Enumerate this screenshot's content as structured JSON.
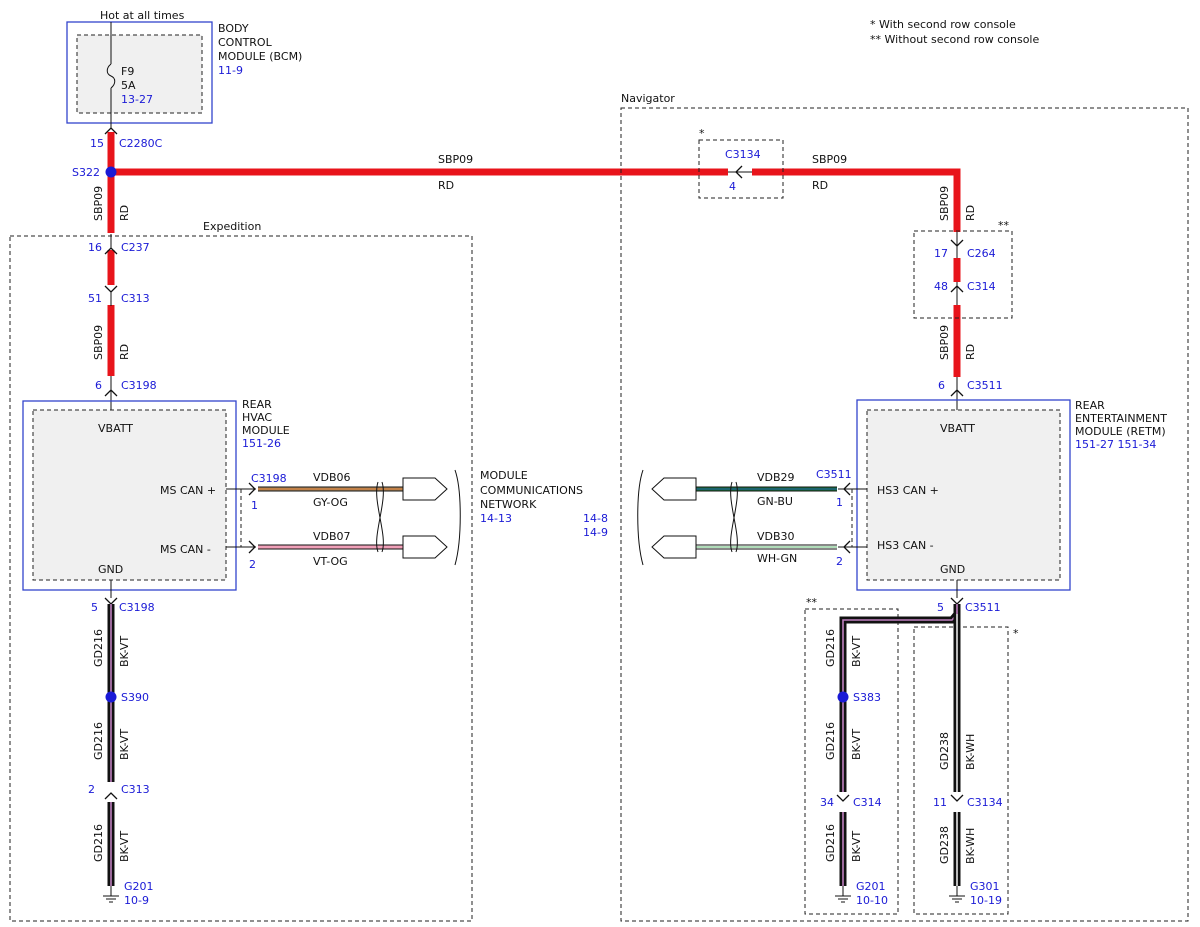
{
  "notes": {
    "single": "*   With second row console",
    "double": "** Without second row console"
  },
  "bcm": {
    "feed": "Hot at all times",
    "name1": "BODY",
    "name2": "CONTROL",
    "name3": "MODULE (BCM)",
    "ref": "11-9",
    "fuse": "F9",
    "fuse_amp": "5A",
    "fuse_ref": "13-27",
    "pin": "15",
    "connector": "C2280C"
  },
  "splice_top": "S322",
  "sbp09": "SBP09",
  "rd": "RD",
  "expedition": {
    "label": "Expedition",
    "c237_pin": "16",
    "c237": "C237",
    "c313_pin": "51",
    "c313": "C313",
    "c3198_pin6": "6",
    "c3198": "C3198",
    "hvac1": "REAR",
    "hvac2": "HVAC",
    "hvac3": "MODULE",
    "hvac_ref": "151-26",
    "vbatt": "VBATT",
    "can_plus": "MS CAN +",
    "can_minus": "MS CAN -",
    "gnd": "GND",
    "can_conn": "C3198",
    "pin1": "1",
    "pin2": "2",
    "vdb06": "VDB06",
    "gy_og": "GY-OG",
    "vdb07": "VDB07",
    "vt_og": "VT-OG",
    "gnd_pin": "5",
    "gnd_conn": "C3198",
    "gd216": "GD216",
    "bk_vt": "BK-VT",
    "s390": "S390",
    "c313b_pin": "2",
    "c313b": "C313",
    "g201": "G201",
    "g201_ref": "10-9"
  },
  "mcn": {
    "line1": "MODULE",
    "line2": "COMMUNICATIONS",
    "line3": "NETWORK",
    "ref_left": "14-13",
    "ref_right1": "14-8",
    "ref_right2": "14-9"
  },
  "navigator": {
    "label": "Navigator",
    "star": "*",
    "c3134": "C3134",
    "c3134_pin": "4",
    "stars2": "**",
    "c264_pin": "17",
    "c264": "C264",
    "c314_pin": "48",
    "c314": "C314",
    "c3511_pin6": "6",
    "c3511": "C3511",
    "retm1": "REAR",
    "retm2": "ENTERTAINMENT",
    "retm3": "MODULE (RETM)",
    "retm_ref": "151-27  151-34",
    "vbatt": "VBATT",
    "can_plus": "HS3 CAN +",
    "can_minus": "HS3 CAN -",
    "gnd": "GND",
    "can_conn": "C3511",
    "pin1": "1",
    "pin2": "2",
    "vdb29": "VDB29",
    "gn_bu": "GN-BU",
    "vdb30": "VDB30",
    "wh_gn": "WH-GN",
    "gnd_pin": "5",
    "gnd_conn": "C3511",
    "gd216": "GD216",
    "bk_vt": "BK-VT",
    "s383": "S383",
    "c314b_pin": "34",
    "c314b": "C314",
    "g201": "G201",
    "g201_ref": "10-10",
    "gd238": "GD238",
    "bk_wh": "BK-WH",
    "c3134b_pin": "11",
    "c3134b": "C3134",
    "g301": "G301",
    "g301_ref": "10-19"
  }
}
